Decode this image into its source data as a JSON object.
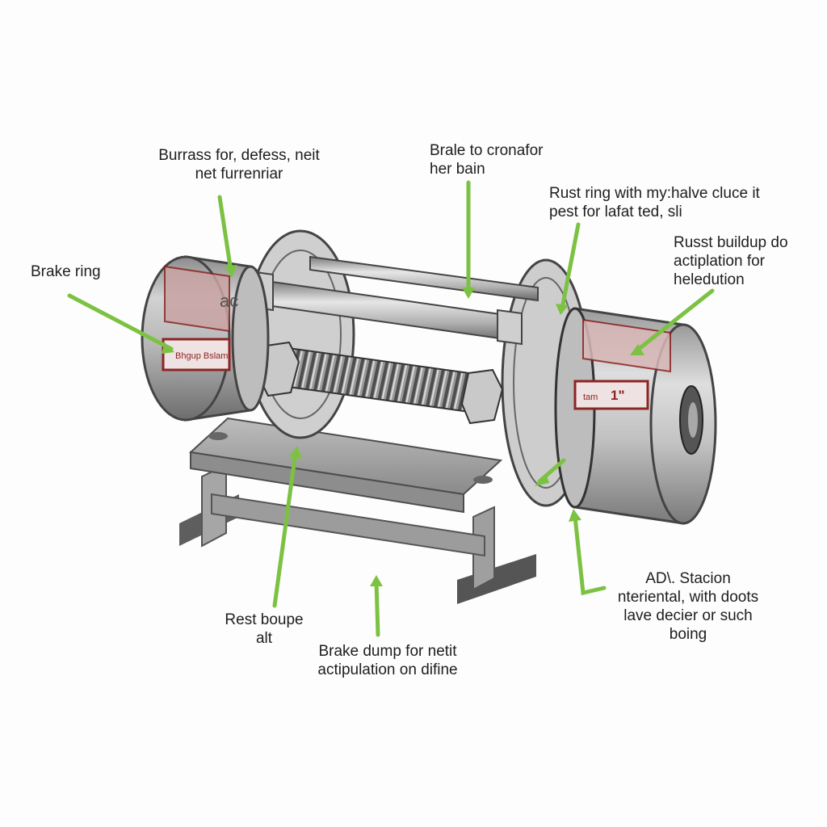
{
  "diagram": {
    "colors": {
      "background": "#fdfdfd",
      "arrow": "#7cc242",
      "metal_light": "#d6d6d6",
      "metal_mid": "#a9a9a9",
      "metal_dark": "#6e6e6e",
      "plate": "#9e2a2a",
      "text": "#1e1e1e"
    },
    "labels": [
      {
        "id": "burrass",
        "lines": [
          "Burrass for, defess, neit",
          "net furrenriar"
        ]
      },
      {
        "id": "brale",
        "lines": [
          "Brale to cronafor",
          "her bain"
        ]
      },
      {
        "id": "brake-ring",
        "lines": [
          "Brake ring"
        ]
      },
      {
        "id": "rust-ring",
        "lines": [
          "Rust ring with my:halve cluce it",
          "pest for lafat ted, sli"
        ]
      },
      {
        "id": "russt-buildup",
        "lines": [
          "Russt buildup do",
          "actiplation for",
          "heledution"
        ]
      },
      {
        "id": "rest-boupe",
        "lines": [
          "Rest boupe",
          "alt"
        ]
      },
      {
        "id": "brake-dump",
        "lines": [
          "Brake dump for netit",
          "actipulation on difine"
        ]
      },
      {
        "id": "adx-stacion",
        "lines": [
          "AD\\. Stacion",
          "nteriental, with doots",
          "lave decier or such",
          "boing"
        ]
      }
    ],
    "plates": {
      "left": {
        "big": "ac",
        "text": "Bhgup Bslam"
      },
      "right": {
        "big": "1\"",
        "text": "tam"
      }
    }
  }
}
